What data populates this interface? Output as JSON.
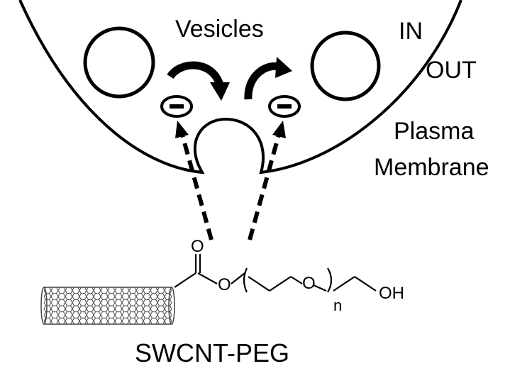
{
  "labels": {
    "vesicles": "Vesicles",
    "inside": "IN",
    "outside": "OUT",
    "membrane_line1": "Plasma",
    "membrane_line2": "Membrane",
    "caption": "SWCNT-PEG"
  },
  "charges": [
    {
      "sign": "−"
    },
    {
      "sign": "−"
    }
  ],
  "chemistry": {
    "carbonyl_oxygen": "O",
    "ester_oxygen": "O",
    "ether_oxygen": "O",
    "repeat_subscript": "n",
    "terminal_group": "OH"
  },
  "colors": {
    "ink": "#000000",
    "background": "#ffffff",
    "nanotube_line": "#444444"
  }
}
